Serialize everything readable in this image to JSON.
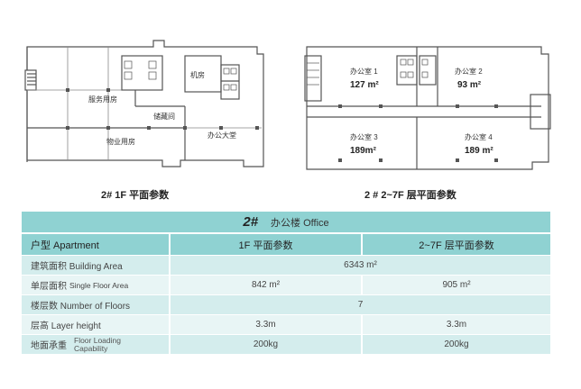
{
  "plans": {
    "left": {
      "rooms": {
        "service": "服务用房",
        "machine": "机房",
        "storage": "储藏间",
        "property": "物业用房",
        "lobby": "办公大堂"
      },
      "caption": "2# 1F 平面参数"
    },
    "right": {
      "rooms": [
        {
          "name": "办公室 1",
          "area": "127 m²"
        },
        {
          "name": "办公室 2",
          "area": "93 m²"
        },
        {
          "name": "办公室 3",
          "area": "189m²"
        },
        {
          "name": "办公室 4",
          "area": "189 m²"
        }
      ],
      "caption": "2 # 2~7F 层平面参数"
    }
  },
  "table": {
    "title_num": "2#",
    "title_name": "办公楼   Office",
    "header": {
      "label": "户型 Apartment",
      "col1": "1F 平面参数",
      "col2": "2~7F 层平面参数"
    },
    "rows": [
      {
        "label": "建筑面积 Building Area",
        "span": "6343 m²"
      },
      {
        "label": "单层面积",
        "label_small": "Single Floor Area",
        "col1": "842 m²",
        "col2": "905 m²"
      },
      {
        "label": "楼层数 Number of Floors",
        "span": "7"
      },
      {
        "label": "层高 Layer height",
        "col1": "3.3m",
        "col2": "3.3m"
      },
      {
        "label": "地面承重",
        "label_small": "Floor Loading Capability",
        "col1": "200kg",
        "col2": "200kg"
      }
    ]
  }
}
